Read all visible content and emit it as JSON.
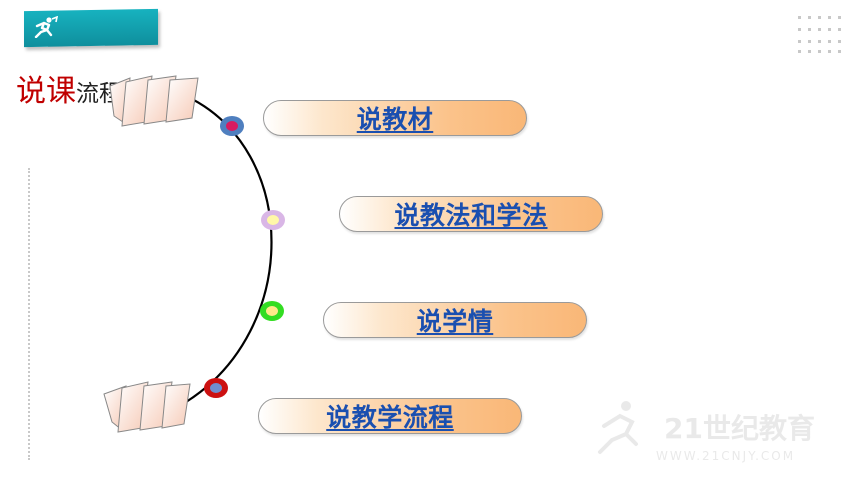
{
  "heading": {
    "red_part": "说课",
    "dark_part": "流程"
  },
  "menu": {
    "items": [
      {
        "label": "说教材"
      },
      {
        "label": "说教法和学法"
      },
      {
        "label": "说学情"
      },
      {
        "label": "说教学流程"
      }
    ]
  },
  "watermark": {
    "brand": "21世纪教育",
    "site": "WWW.21CNJY.COM"
  },
  "colors": {
    "badge": "#13a4b2",
    "heading_red": "#c00000",
    "link_blue": "#1a4fb0",
    "pill_orange": "#fbc38b",
    "node_1": "#d81b60",
    "node_2": "#f0a8d8",
    "node_3": "#33cc33",
    "node_4": "#cc1111"
  },
  "icons": [
    "runner-icon",
    "dot-grid-icon"
  ]
}
